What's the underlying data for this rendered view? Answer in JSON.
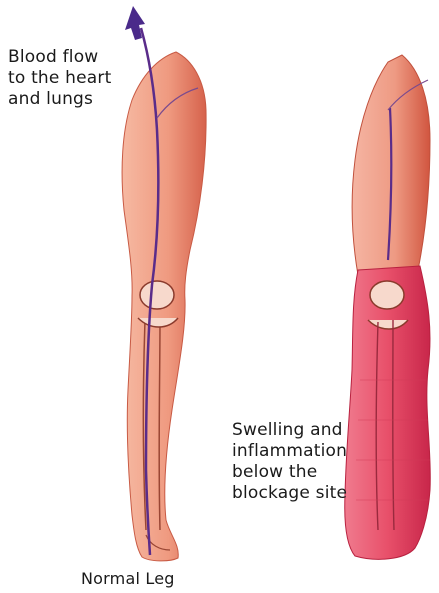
{
  "labels": {
    "blood_flow": [
      "Blood flow",
      "to the heart",
      "and lungs"
    ],
    "swelling": [
      "Swelling and",
      "inflammation",
      "below the",
      "blockage site"
    ],
    "normal_leg": "Normal Leg"
  },
  "colors": {
    "normal_skin": "#f0a184",
    "normal_skin_shadow": "#d7654d",
    "swollen_skin": "#e85069",
    "swollen_skin_shadow": "#c92648",
    "vein": "#5a2c8a",
    "bone": "#f7d9cc",
    "bone_outline": "#8a3a2c"
  }
}
